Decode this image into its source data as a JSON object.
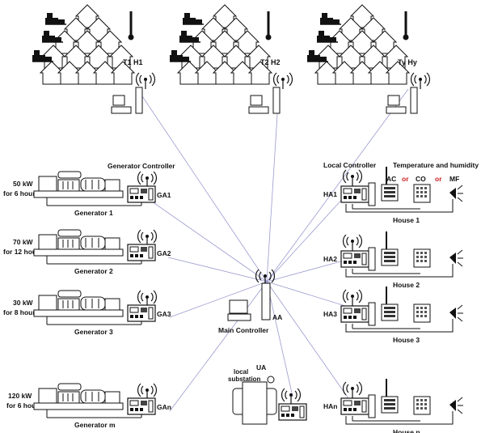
{
  "clusters": [
    {
      "label": "T1 H1"
    },
    {
      "label": "T2 H2"
    },
    {
      "label": "Ty Hy"
    }
  ],
  "generators": [
    {
      "power": "50 kW",
      "duration": "for 6 hours",
      "name": "Generator 1",
      "controller": "GA1"
    },
    {
      "power": "70 kW",
      "duration": "for 12 hours",
      "name": "Generator 2",
      "controller": "GA2"
    },
    {
      "power": "30 kW",
      "duration": "for  8 hours",
      "name": "Generator 3",
      "controller": "GA3"
    },
    {
      "power": "120 kW",
      "duration": "for 6 hours",
      "name": "Generator m",
      "controller": "GAn"
    }
  ],
  "generator_controller_label": "Generator Controller",
  "houses": [
    {
      "name": "House 1",
      "controller": "HA1"
    },
    {
      "name": "House 2",
      "controller": "HA2"
    },
    {
      "name": "House 3",
      "controller": "HA3"
    },
    {
      "name": "House n",
      "controller": "HAn"
    }
  ],
  "local_controller_label": "Local Controller",
  "temp_humidity_label": "Temperature and humidity",
  "appliances": {
    "ac": "AC",
    "co": "CO",
    "mf": "MF",
    "or": "or"
  },
  "main_controller": {
    "label": "Main Controller",
    "id": "AA"
  },
  "substation": {
    "label_line1": "local",
    "label_line2": "substation",
    "id": "UA"
  },
  "colors": {
    "link": "#9a9acf",
    "or_text": "#cc2222",
    "ink": "#111111"
  }
}
